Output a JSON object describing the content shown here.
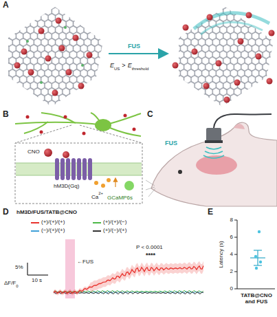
{
  "diagram": {
    "labels": [
      "A",
      "FUS",
      "E",
      "US",
      ">",
      "E",
      "threshold",
      "B",
      "CNO",
      "hM3D(Gq)",
      "Ca",
      "2+",
      "GCaMP6s",
      "C",
      "FUS",
      "D",
      "hM3D/FUS/TATB@CNO",
      "5%",
      "ΔF/F",
      "0",
      "10 s",
      "←FUS",
      "P < 0.0001",
      "****",
      "E",
      "Latency (s)",
      "0",
      "2",
      "4",
      "6",
      "8",
      "TATB@CNO and FUS"
    ],
    "legend": [
      {
        "text": "(+)/(+)/(+)",
        "color": "#e8332e"
      },
      {
        "text": "(+)/(+)/(−)",
        "color": "#4cb848"
      },
      {
        "text": "(−)/(+)/(+)",
        "color": "#3fa0d8"
      },
      {
        "text": "(+)/(−)/(+)",
        "color": "#333333"
      }
    ]
  }
}
